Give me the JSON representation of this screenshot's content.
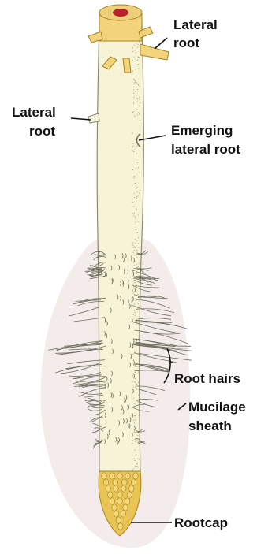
{
  "labels": {
    "lateral_root_top": [
      "Lateral",
      "root"
    ],
    "lateral_root_left": [
      "Lateral",
      "root"
    ],
    "emerging_lateral_root": [
      "Emerging",
      "lateral root"
    ],
    "root_hairs": "Root hairs",
    "mucilage_sheath": [
      "Mucilage",
      "sheath"
    ],
    "rootcap": "Rootcap"
  },
  "colors": {
    "root_fill": "#f6f3d6",
    "root_outline": "#8b8a78",
    "cap_fill": "#e9c455",
    "cap_outline": "#a58420",
    "stele": "#b8232b",
    "mucilage": "#f4ecea",
    "text": "#111111"
  }
}
